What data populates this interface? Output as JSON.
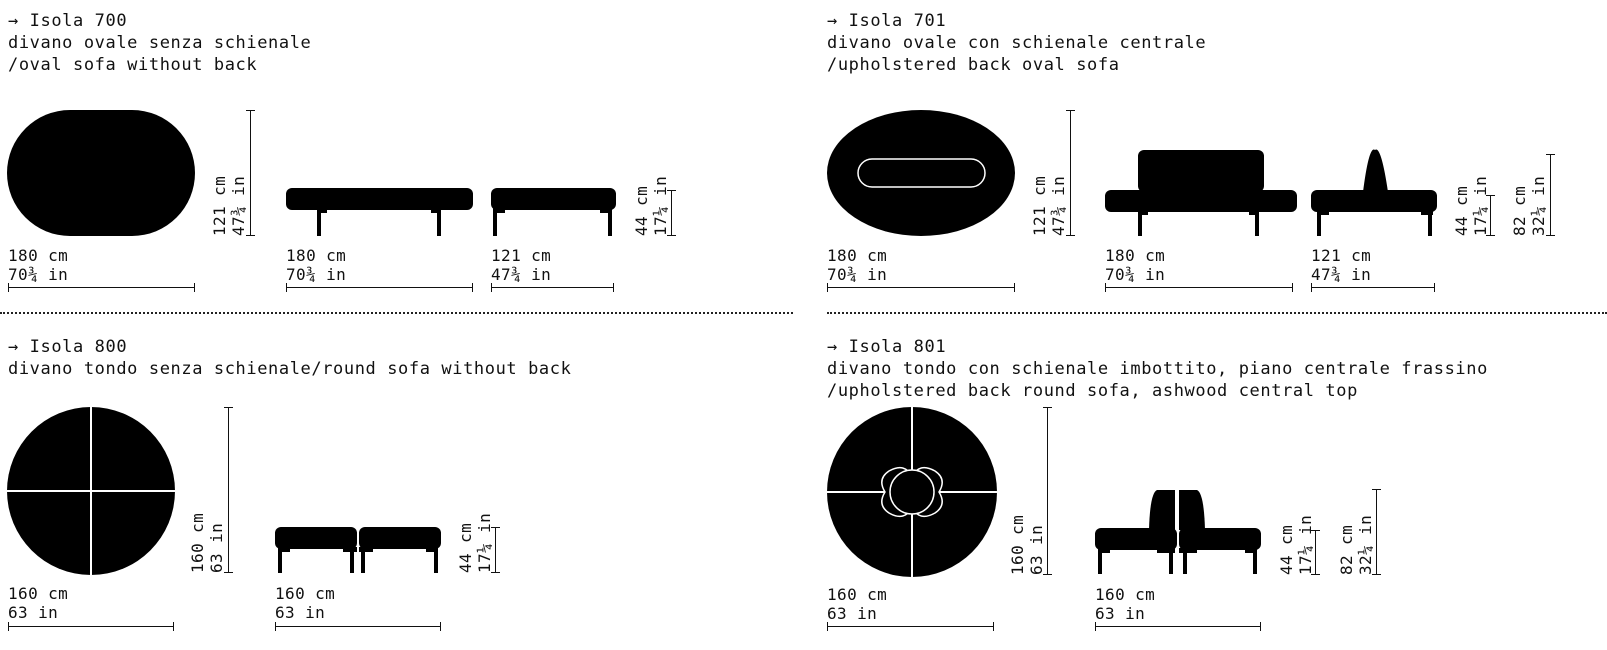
{
  "products": [
    {
      "id": "isola-700",
      "title": "→ Isola 700",
      "desc_it": "divano ovale senza schienale",
      "desc_en": "/oval sofa without back",
      "top_view": {
        "width_cm": "180 cm",
        "width_in": "70¾ in",
        "depth_cm": "121 cm",
        "depth_in": "47¾ in"
      },
      "side_views": [
        {
          "width_cm": "180 cm",
          "width_in": "70¾ in"
        },
        {
          "width_cm": "121 cm",
          "width_in": "47¾ in"
        }
      ],
      "heights": [
        {
          "cm": "44 cm",
          "in": "17¼ in"
        }
      ]
    },
    {
      "id": "isola-701",
      "title": "→ Isola 701",
      "desc_it": "divano ovale con schienale centrale",
      "desc_en": "/upholstered back oval sofa",
      "top_view": {
        "width_cm": "180 cm",
        "width_in": "70¾ in",
        "depth_cm": "121 cm",
        "depth_in": "47¾ in"
      },
      "side_views": [
        {
          "width_cm": "180 cm",
          "width_in": "70¾ in"
        },
        {
          "width_cm": "121 cm",
          "width_in": "47¾ in"
        }
      ],
      "heights": [
        {
          "cm": "44 cm",
          "in": "17¼ in"
        },
        {
          "cm": "82 cm",
          "in": "32¼ in"
        }
      ]
    },
    {
      "id": "isola-800",
      "title": "→ Isola 800",
      "desc_it": "divano tondo senza schienale/round sofa without back",
      "desc_en": "",
      "top_view": {
        "width_cm": "160 cm",
        "width_in": "63 in",
        "depth_cm": "160 cm",
        "depth_in": "63 in"
      },
      "side_views": [
        {
          "width_cm": "160 cm",
          "width_in": "63 in"
        }
      ],
      "heights": [
        {
          "cm": "44 cm",
          "in": "17¼ in"
        }
      ]
    },
    {
      "id": "isola-801",
      "title": "→ Isola 801",
      "desc_it": "divano tondo con schienale imbottito, piano centrale frassino",
      "desc_en": "/upholstered back round sofa, ashwood central top",
      "top_view": {
        "width_cm": "160 cm",
        "width_in": "63 in",
        "depth_cm": "160 cm",
        "depth_in": "63 in"
      },
      "side_views": [
        {
          "width_cm": "160 cm",
          "width_in": "63 in"
        }
      ],
      "heights": [
        {
          "cm": "44 cm",
          "in": "17¼ in"
        },
        {
          "cm": "82 cm",
          "in": "32¼ in"
        }
      ]
    }
  ],
  "colors": {
    "ink": "#000000",
    "background": "#ffffff"
  }
}
